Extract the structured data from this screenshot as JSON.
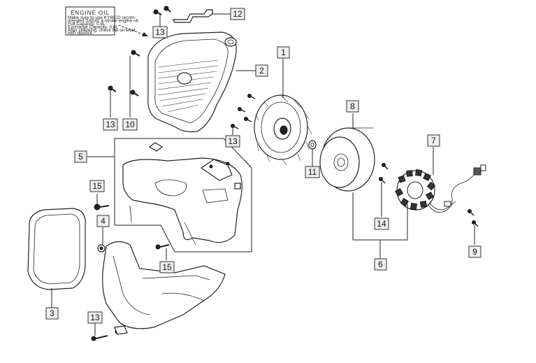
{
  "label": {
    "title": "ENGINE OIL",
    "lines": [
      "Make sure to use KYMCO recom-",
      "mended SAE40 4-stroke engine oil.",
      "Full Capacity: 0.8L",
      "Exchange Capacity: 0.6L",
      "After checking, check the oil level",
      "with dipstick."
    ]
  },
  "callouts": {
    "c1": "1",
    "c2": "2",
    "c3": "3",
    "c4": "4",
    "c5": "5",
    "c6": "6",
    "c7": "7",
    "c8": "8",
    "c9": "9",
    "c10": "10",
    "c11": "11",
    "c12": "12",
    "c13a": "13",
    "c13b": "13",
    "c13c": "13",
    "c13d": "13",
    "c14": "14",
    "c15a": "15",
    "c15b": "15"
  }
}
